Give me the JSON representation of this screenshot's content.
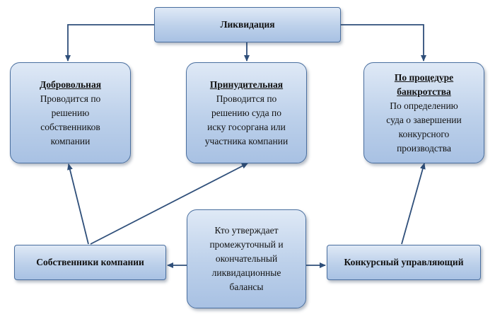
{
  "nodes": {
    "top": {
      "label": "Ликвидация"
    },
    "voluntary": {
      "title": "Добровольная",
      "text": "Проводится по\nрешению\nсобственников\nкомпании"
    },
    "forced": {
      "title": "Принудительная",
      "text": "Проводится по\nрешению суда по\nиску госоргана или\nучастника компании"
    },
    "bankruptcy": {
      "title": "По процедуре\nбанкротства",
      "text": "По определению\nсуда о завершении\nконкурсного\nпроизводства"
    },
    "owners": {
      "label": "Собственники компании"
    },
    "approver": {
      "text": "Кто утверждает\nпромежуточный и\nокончательный\nликвидационные\nбалансы"
    },
    "manager": {
      "label": "Конкурсный управляющий"
    }
  },
  "colors": {
    "border": "#4a6f9f",
    "fill_top": "#dfe9f6",
    "fill_bottom": "#a8c1e3",
    "connector": "#2f4f7a"
  }
}
